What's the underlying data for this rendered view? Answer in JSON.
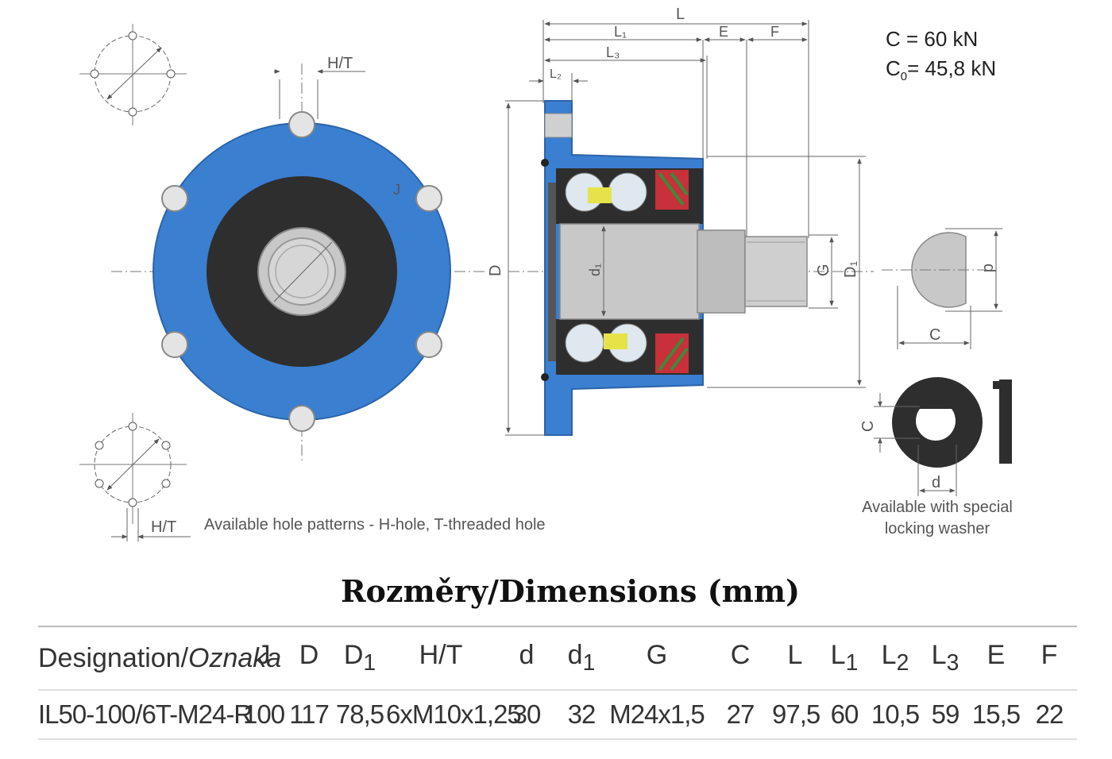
{
  "drawing": {
    "labels": {
      "ht_top": "H/T",
      "ht_bottom": "H/T",
      "L": "L",
      "L1": "L₁",
      "L2": "L₂",
      "L3": "L₃",
      "E": "E",
      "F": "F",
      "D": "D",
      "D1": "D₁",
      "d1": "d₁",
      "G": "G",
      "C_side": "C",
      "d_side": "d",
      "C_washer": "C",
      "d_washer": "d"
    },
    "load_ratings": {
      "c": "C = 60 kN",
      "c0_prefix": "C",
      "c0_sub": "0",
      "c0_rest": "= 45,8 kN"
    },
    "captions": {
      "hole_patterns": "Available hole patterns - H-hole, T-threaded hole",
      "washer_line1": "Available with special",
      "washer_line2": "locking washer"
    },
    "colors": {
      "hub_blue": "#3a7fd0",
      "bore_dark": "#2e2e2e",
      "shaft_grey": "#c8c8c8",
      "seal_red": "#c8303a",
      "seal_green": "#3b8a3b",
      "cage_yellow": "#e6e34a"
    }
  },
  "title": "Rozměry/Dimensions (mm)",
  "table": {
    "header": {
      "designation": "Designation/",
      "designation_alt": "Oznaka",
      "columns": [
        {
          "main": "J",
          "sub": ""
        },
        {
          "main": "D",
          "sub": ""
        },
        {
          "main": "D",
          "sub": "1"
        },
        {
          "main": "H/T",
          "sub": ""
        },
        {
          "main": "d",
          "sub": ""
        },
        {
          "main": "d",
          "sub": "1"
        },
        {
          "main": "G",
          "sub": ""
        },
        {
          "main": "C",
          "sub": ""
        },
        {
          "main": "L",
          "sub": ""
        },
        {
          "main": "L",
          "sub": "1"
        },
        {
          "main": "L",
          "sub": "2"
        },
        {
          "main": "L",
          "sub": "3"
        },
        {
          "main": "E",
          "sub": ""
        },
        {
          "main": "F",
          "sub": ""
        }
      ]
    },
    "rows": [
      {
        "designation": "IL50-100/6T-M24-R",
        "values": [
          "100",
          "117",
          "78,5",
          "6xM10x1,25",
          "30",
          "32",
          "M24x1,5",
          "27",
          "97,5",
          "60",
          "10,5",
          "59",
          "15,5",
          "22"
        ]
      }
    ]
  }
}
